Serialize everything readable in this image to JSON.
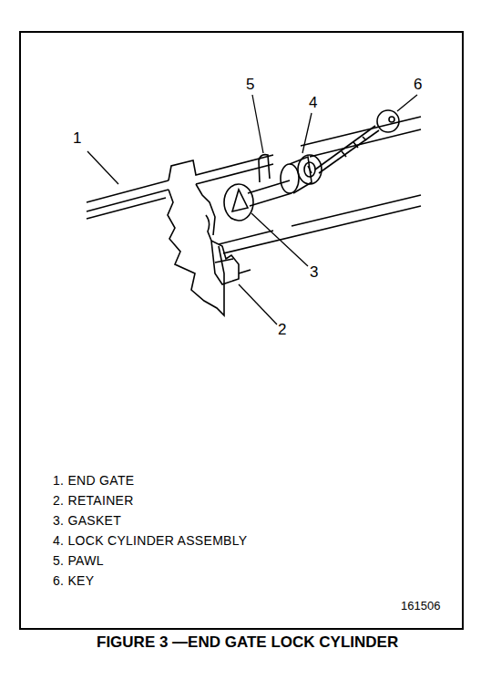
{
  "diagram": {
    "caption": "FIGURE 3 —END GATE LOCK CYLINDER",
    "labels": [
      "1",
      "5",
      "4",
      "6",
      "3",
      "2",
      "1. END GATE",
      "2. RETAINER",
      "3. GASKET",
      "4. LOCK CYLINDER ASSEMBLY",
      "5. PAWL",
      "6. KEY",
      "161506"
    ]
  }
}
